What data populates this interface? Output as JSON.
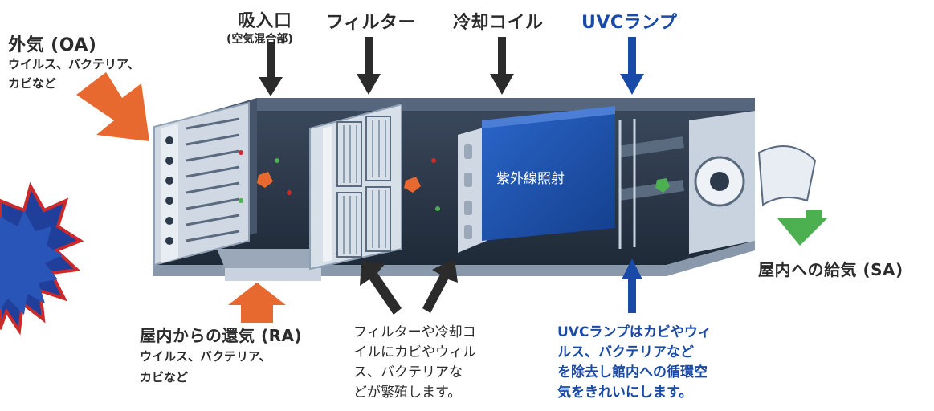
{
  "labels": {
    "oa_title": "外気 (OA)",
    "oa_line1": "ウイルス、バクテリア、",
    "oa_line2": "カビなど",
    "intake_title": "吸入口",
    "intake_sub": "(空気混合部)",
    "filter_title": "フィルター",
    "coil_title": "冷却コイル",
    "uvc_title": "UVCランプ",
    "uv_irradiation": "紫外線照射",
    "sa_title": "屋内への給気 (SA)",
    "ra_title": "屋内からの還気 (RA)",
    "ra_line1": "ウイルス、バクテリア、",
    "ra_line2": "カビなど",
    "note_mid": [
      "フィルターや冷却コ",
      "イルにカビやウィル",
      "ス、バクテリアな",
      "どが繁殖します。"
    ],
    "note_uvc": [
      "UVCランプはカビやウィ",
      "ルス、バクテリアなど",
      "を除去し館内への循環空",
      "気をきれいにします。"
    ]
  },
  "colors": {
    "unit_dark": "#2d3a4c",
    "unit_light": "#c9d3df",
    "coil_blue": "#1f56b8",
    "arrow_orange": "#e8692f",
    "arrow_green": "#4caf50",
    "uvc_blue": "#1a4aa8",
    "text_dark": "#2b2b2b",
    "badge_blue": "#1f3f9a"
  }
}
